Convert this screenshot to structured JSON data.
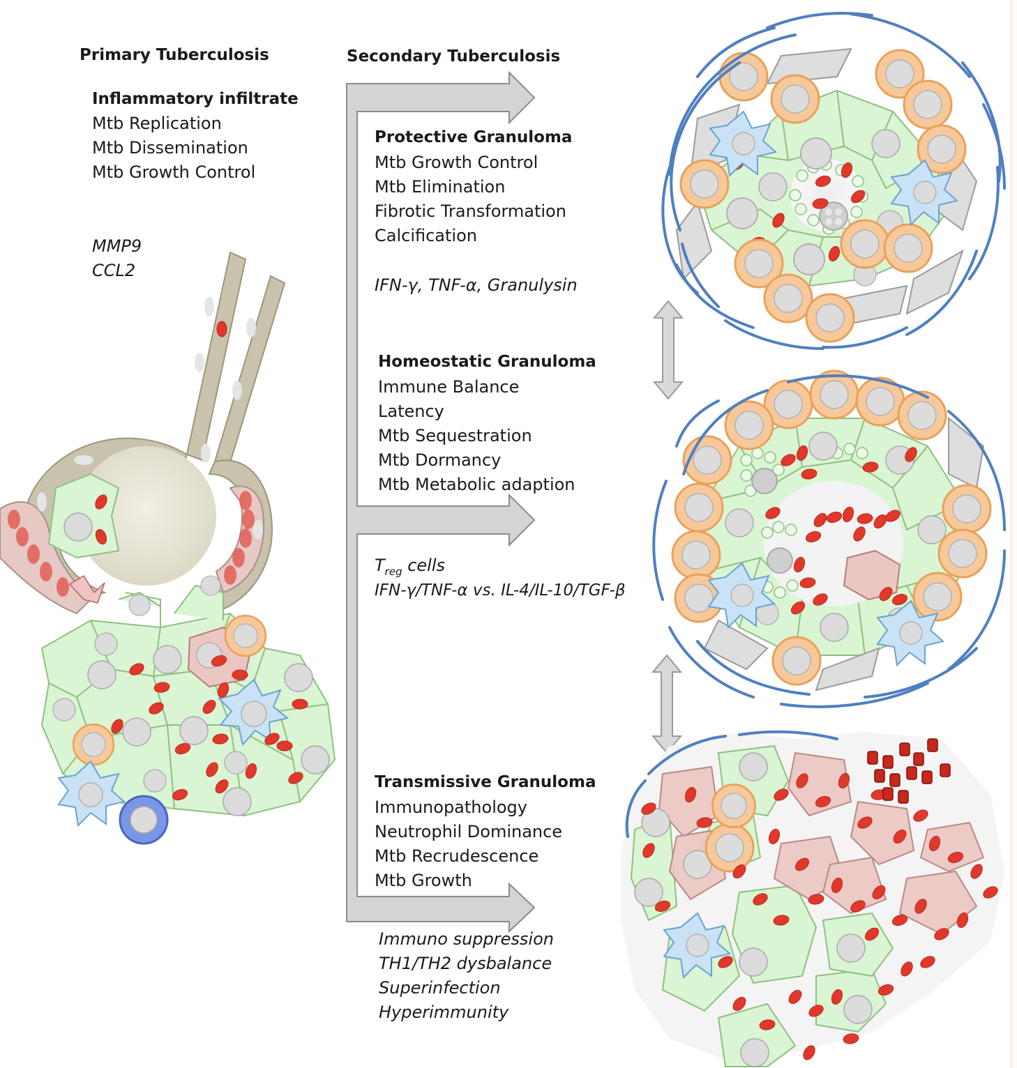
{
  "primary": {
    "heading": "Primary Tuberculosis",
    "infiltrate_title": "Inflammatory infiltrate",
    "items": [
      "Mtb Replication",
      "Mtb Dissemination",
      "Mtb Growth Control"
    ],
    "mediators": [
      "MMP9",
      "CCL2"
    ]
  },
  "secondary": {
    "heading": "Secondary Tuberculosis",
    "protective": {
      "title": "Protective Granuloma",
      "items": [
        "Mtb Growth Control",
        "Mtb Elimination",
        "Fibrotic Transformation",
        "Calcification"
      ],
      "mediators": "IFN-γ, TNF-α, Granulysin"
    },
    "homeostatic": {
      "title": "Homeostatic Granuloma",
      "items": [
        "Immune  Balance",
        "Latency",
        "Mtb Sequestration",
        "Mtb Dormancy",
        "Mtb Metabolic adaption"
      ],
      "treg_prefix": "T",
      "treg_sub": "reg",
      "treg_suffix": " cells",
      "mediators": "IFN-γ/TNF-α vs. IL-4/IL-10/TGF-β"
    },
    "transmissive": {
      "title": "Transmissive Granuloma",
      "items": [
        "Immunopathology",
        "Neutrophil Dominance",
        "Mtb Recrudescence",
        "Mtb Growth"
      ],
      "mediators": [
        "Immuno suppression",
        "TH1/TH2 dysbalance",
        "Superinfection",
        "Hyperimmunity"
      ]
    }
  },
  "colors": {
    "macrophage": "#d9f5d3",
    "macrophage_stroke": "#8fbf7f",
    "nucleus": "#d9d9d9",
    "mtb": "#e0392b",
    "t_cell": "#f7c99a",
    "t_cell_stroke": "#e9a15a",
    "dendritic": "#c9e2f5",
    "fibrous_capsule": "#4f7fc0",
    "airway": "#c9c3ad",
    "arrow": "#cfcfcf"
  }
}
